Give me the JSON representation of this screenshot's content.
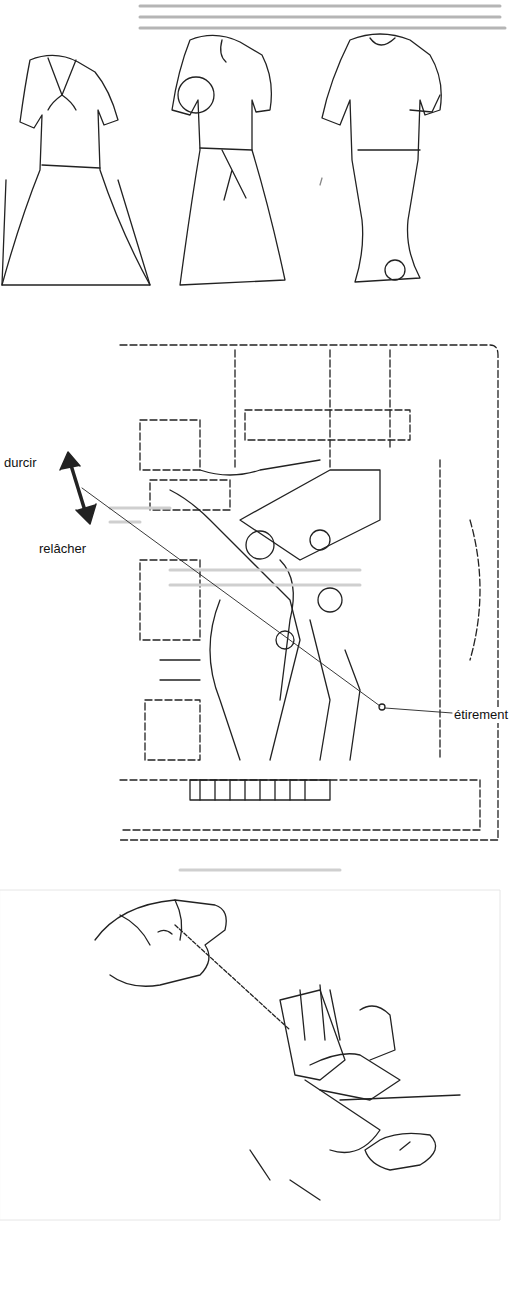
{
  "diagram": {
    "labels": [
      "durcir",
      "relâcher",
      "étirement"
    ]
  }
}
